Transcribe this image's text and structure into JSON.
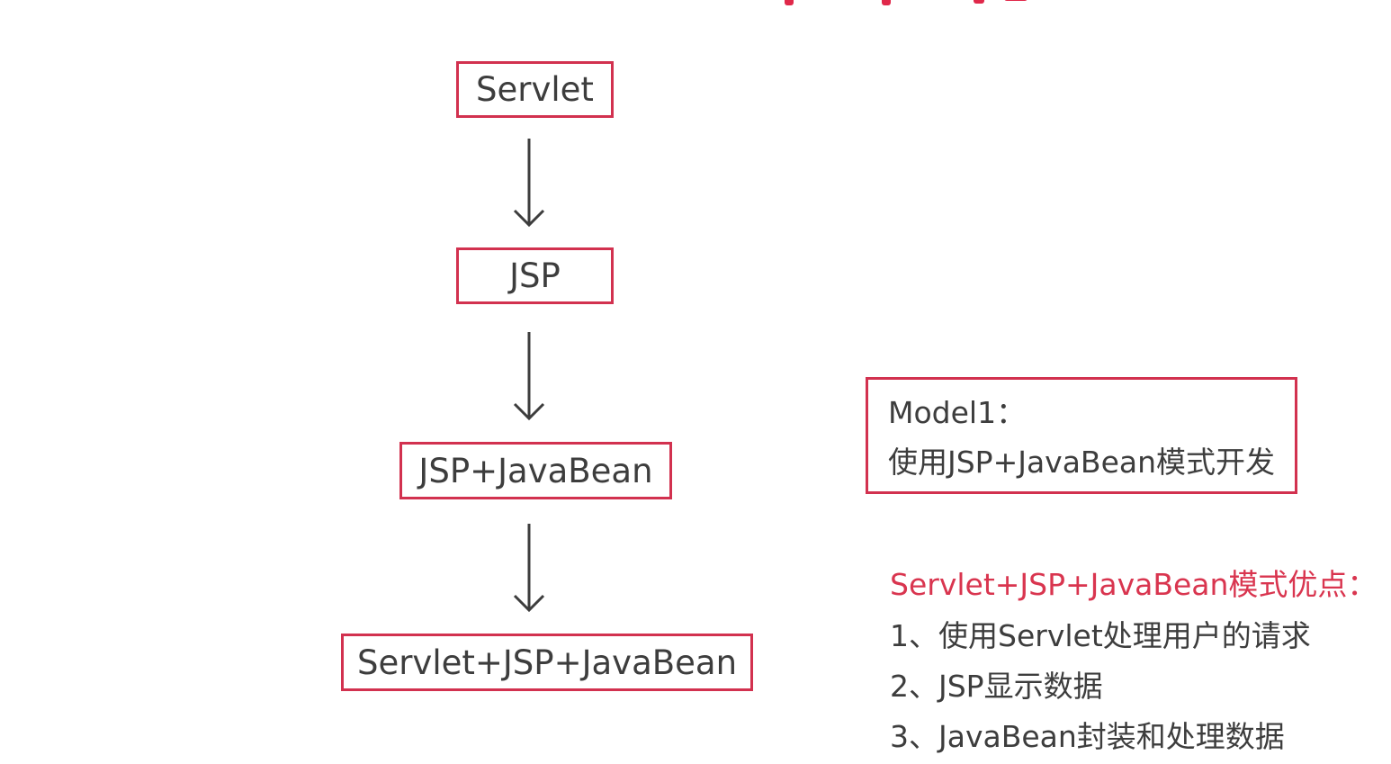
{
  "diagram": {
    "nodes": [
      {
        "id": "servlet",
        "label": "Servlet"
      },
      {
        "id": "jsp",
        "label": "JSP"
      },
      {
        "id": "jsp_javabean",
        "label": "JSP+JavaBean"
      },
      {
        "id": "servlet_jsp_javabean",
        "label": "Servlet+JSP+JavaBean"
      }
    ],
    "edges": [
      {
        "from": "servlet",
        "to": "jsp"
      },
      {
        "from": "jsp",
        "to": "jsp_javabean"
      },
      {
        "from": "jsp_javabean",
        "to": "servlet_jsp_javabean"
      }
    ]
  },
  "model1": {
    "title": "Model1：",
    "description": "使用JSP+JavaBean模式开发"
  },
  "advantages": {
    "heading": "Servlet+JSP+JavaBean模式优点：",
    "items": [
      "1、使用Servlet处理用户的请求",
      "2、JSP显示数据",
      "3、JavaBean封装和处理数据"
    ]
  },
  "colors": {
    "accent": "#d2314f",
    "text": "#3d3d3d"
  }
}
